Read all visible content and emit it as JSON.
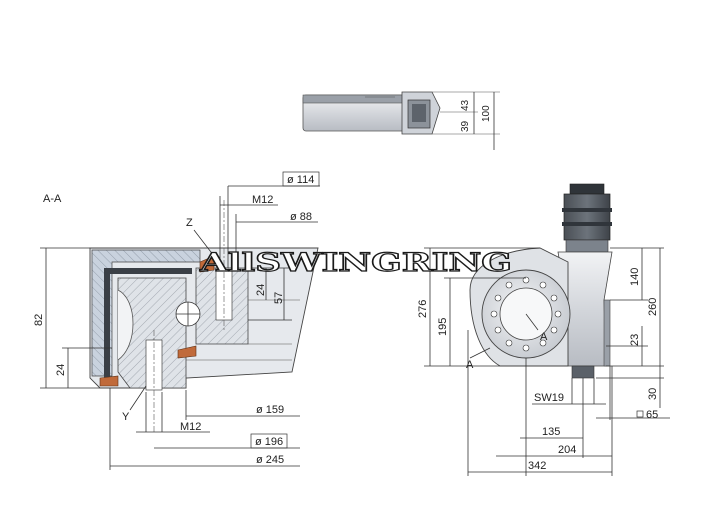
{
  "section_label": "A-A",
  "watermark": "AllSWINGRING",
  "top_view": {
    "dims": [
      "43",
      "100",
      "39"
    ]
  },
  "section_view": {
    "dims": {
      "d114": "ø 114",
      "m12_top": "M12",
      "d88": "ø 88",
      "z_label": "Z",
      "h24": "24",
      "h57": "57",
      "h82": "82",
      "h24_left": "24",
      "y_label": "Y",
      "m12_bottom": "M12",
      "d159": "ø 159",
      "d196": "ø 196",
      "d245": "ø 245"
    }
  },
  "side_view": {
    "dims": {
      "h276": "276",
      "h195": "195",
      "h140": "140",
      "h260": "260",
      "h23": "23",
      "h30": "30",
      "sw19": "SW19",
      "sq65": "65",
      "w135": "135",
      "w204": "204",
      "w342": "342",
      "a_left": "A",
      "a_center": "A"
    }
  }
}
